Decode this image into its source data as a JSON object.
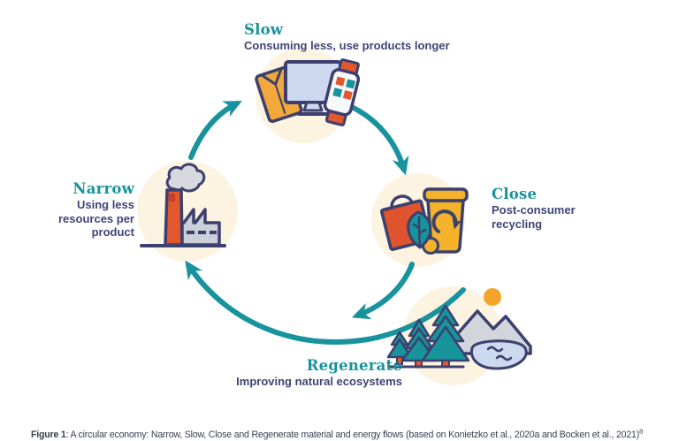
{
  "diagram": {
    "slow": {
      "title": "Slow",
      "subtitle": "Consuming less, use products longer",
      "icon": "shirt-monitor-smartwatch-icon"
    },
    "close": {
      "title": "Close",
      "subtitle": "Post-consumer recycling",
      "icon": "bag-leaf-recycling-cup-icon"
    },
    "regenerate": {
      "title": "Regenerate",
      "subtitle": "Improving natural ecosystems",
      "icon": "trees-mountains-lake-icon"
    },
    "narrow": {
      "title": "Narrow",
      "subtitle": "Using less resources per product",
      "icon": "factory-icon"
    },
    "flow_arrows": [
      "narrow-to-slow",
      "slow-to-close",
      "close-to-regenerate",
      "regenerate-to-narrow"
    ]
  },
  "caption": {
    "label": "Figure 1",
    "text": ": A circular economy: Narrow, Slow, Close and Regenerate material and energy flows (based on Konietzko et al., 2020a and Bocken et al., 2021)",
    "footnote_ref": "8"
  },
  "colors": {
    "teal_accent": "#17939b",
    "navy_text": "#3f4478",
    "cream_circle": "#fcf3e1",
    "orange": "#e2572e",
    "yellow": "#f4b32a",
    "gray": "#d2d5dc",
    "light_blue": "#cdd9ee",
    "dark_outline": "#3c406e",
    "caption_text": "#3a4150"
  }
}
